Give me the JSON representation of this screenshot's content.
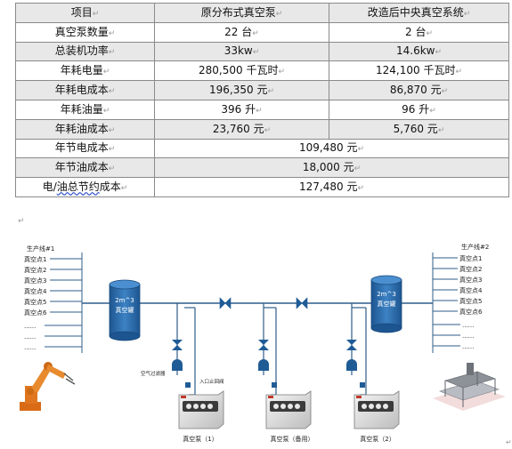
{
  "table": {
    "headers": [
      "项目",
      "原分布式真空泵",
      "改造后中央真空系统"
    ],
    "rows": [
      {
        "label": "真空泵数量",
        "before": "22 台",
        "after": "2 台"
      },
      {
        "label": "总装机功率",
        "before": "33kw",
        "after": "14.6kw"
      },
      {
        "label": "年耗电量",
        "before": "280,500 千瓦时",
        "after": "124,100 千瓦时"
      },
      {
        "label": "年耗电成本",
        "before": "196,350 元",
        "after": "86,870 元"
      },
      {
        "label": "年耗油量",
        "before": "396 升",
        "after": "96 升"
      },
      {
        "label": "年耗油成本",
        "before": "23,760 元",
        "after": "5,760 元"
      }
    ],
    "summary_rows": [
      {
        "label": "年节电成本",
        "value": "109,480 元"
      },
      {
        "label": "年节油成本",
        "value": "18,000 元"
      },
      {
        "label_part1": "电/",
        "label_part2": "油总节约",
        "label_part3": "成本",
        "value": "127,480 元"
      }
    ],
    "cell_mark": "↵"
  },
  "diagram": {
    "line1": {
      "title": "生产线#1",
      "points": [
        "真空点1",
        "真空点2",
        "真空点3",
        "真空点4",
        "真空点5",
        "真空点6"
      ],
      "ellipsis": "......"
    },
    "line2": {
      "title": "生产线#2",
      "points": [
        "真空点1",
        "真空点2",
        "真空点3",
        "真空点4",
        "真空点5",
        "真空点6"
      ],
      "ellipsis": "......"
    },
    "tank1": {
      "volume": "2m^3",
      "name": "真空罐"
    },
    "tank2": {
      "volume": "2m^3",
      "name": "真空罐"
    },
    "filter_label": "空气过滤器",
    "check_valve_label": "入口止回阀",
    "pumps": [
      "真空泵（1）",
      "真空泵（备用）",
      "真空泵（2）"
    ],
    "colors": {
      "pipe": "#2f5d8a",
      "tank": "#2e6aa8",
      "robot": "#e0761f"
    }
  }
}
